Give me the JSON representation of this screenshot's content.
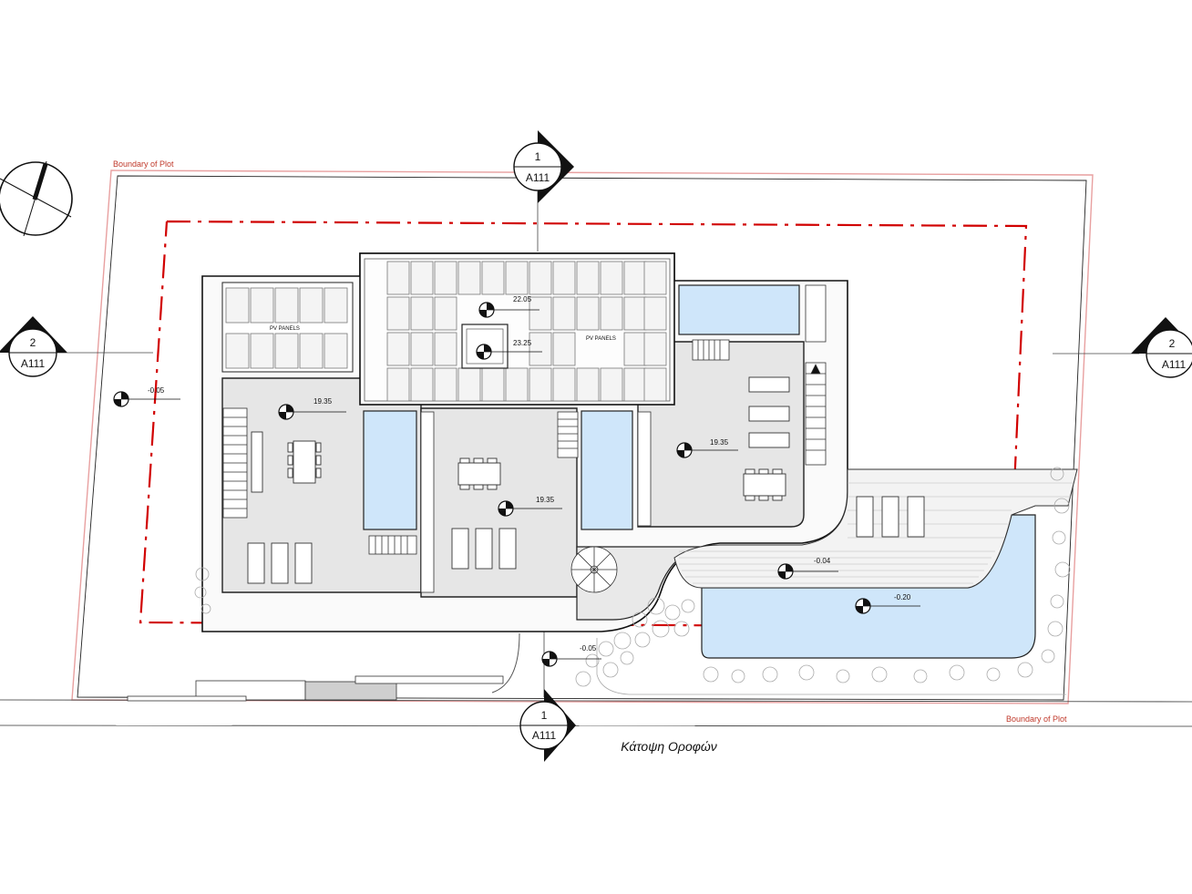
{
  "plan": {
    "title": "Κάτοψη Οροφών",
    "boundary_label_top": "Boundary of Plot",
    "boundary_label_bottom": "Boundary of Plot",
    "pv_label_left": "PV PANELS",
    "pv_label_right": "PV PANELS",
    "section_markers": {
      "top": {
        "number": "1",
        "sheet": "A111"
      },
      "bottom": {
        "number": "1",
        "sheet": "A111"
      },
      "left": {
        "number": "2",
        "sheet": "A111"
      },
      "right": {
        "number": "2",
        "sheet": "A111"
      }
    },
    "levels": {
      "roof_upper": "22.05",
      "roof_stair": "23.25",
      "terrace_left": "19.35",
      "terrace_center": "19.35",
      "terrace_right": "19.35",
      "ground_left": "-0.05",
      "ground_entrance": "-0.05",
      "deck": "-0.04",
      "pool": "-0.20"
    },
    "colors": {
      "boundary": "#e8a0a0",
      "setback": "#d10000",
      "water": "#cfe6fa",
      "floor": "#e6e6e6"
    }
  }
}
